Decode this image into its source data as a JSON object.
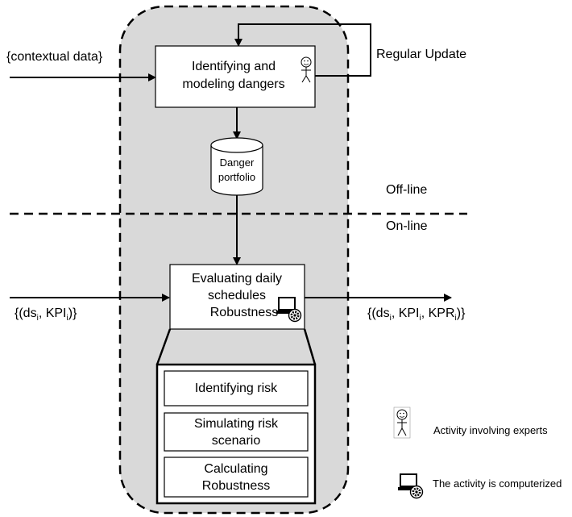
{
  "diagram": {
    "inputs": {
      "contextual_data": "{contextual data}",
      "ds_kpi_in": {
        "open": "{(ds",
        "sub1": "i",
        "mid": ", KPI",
        "sub2": "i",
        "close": ")}"
      },
      "ds_kpi_out": {
        "open": "{(ds",
        "sub1": "i",
        "mid1": ", KPI",
        "sub2": "i",
        "mid2": ", KPR",
        "sub3": "i",
        "close": ")}"
      }
    },
    "nodes": {
      "identify_dangers": {
        "line1": "Identifying and",
        "line2": "modeling dangers"
      },
      "danger_portfolio": {
        "line1": "Danger",
        "line2": "portfolio"
      },
      "evaluate_schedules": {
        "line1": "Evaluating daily",
        "line2": "schedules",
        "line3": "Robustness"
      },
      "identifying_risk": "Identifying risk",
      "simulating_risk": {
        "line1": "Simulating risk",
        "line2": "scenario"
      },
      "calculating_robustness": {
        "line1": "Calculating",
        "line2": "Robustness"
      }
    },
    "labels": {
      "regular_update": "Regular Update",
      "off_line": "Off-line",
      "on_line": "On-line"
    },
    "legend": {
      "expert": "Activity involving experts",
      "computerized": "The activity is computerized"
    },
    "icons": {
      "expert": "stick-figure-icon",
      "computer": "computer-gear-icon"
    },
    "colors": {
      "region_fill": "#d9d9d9",
      "line": "#000000",
      "box_fill": "#ffffff"
    }
  }
}
